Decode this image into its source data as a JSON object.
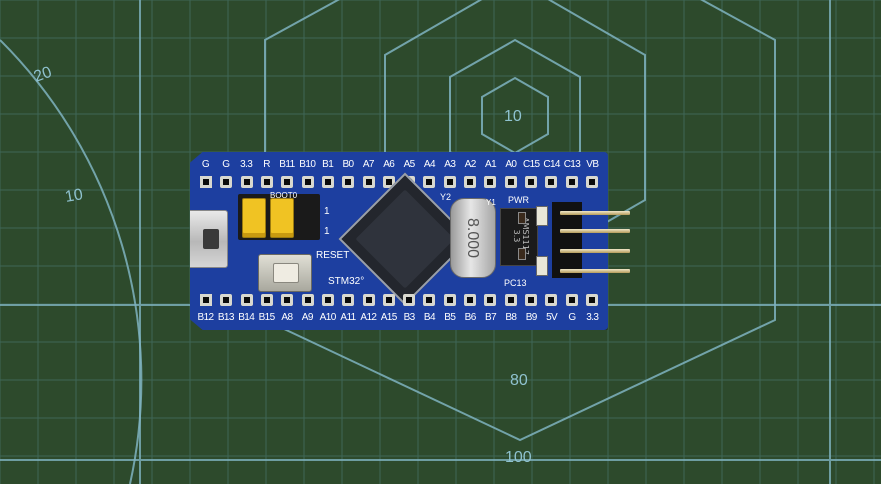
{
  "board": {
    "top_labels": [
      "G",
      "G",
      "3.3",
      "R",
      "B11",
      "B10",
      "B1",
      "B0",
      "A7",
      "A6",
      "A5",
      "A4",
      "A3",
      "A2",
      "A1",
      "A0",
      "C15",
      "C14",
      "C13",
      "VB"
    ],
    "bottom_labels": [
      "B12",
      "B13",
      "B14",
      "B15",
      "A8",
      "A9",
      "A10",
      "A11",
      "A12",
      "A15",
      "B3",
      "B4",
      "B5",
      "B6",
      "B7",
      "B8",
      "B9",
      "5V",
      "G",
      "3.3"
    ],
    "boot_label": "BOOT0",
    "jumper_mark_1": "1",
    "jumper_mark_2": "1",
    "reset_label": "RESET",
    "model_label": "STM32°",
    "crystal_ref": "Y2",
    "crystal_text": "8.000",
    "y1_ref": "Y1",
    "pwr_label": "PWR",
    "pc13_label": "PC13",
    "regulator_text": "AMS1117 3.3"
  },
  "mat": {
    "ruler_marks": [
      "20",
      "10",
      "10",
      "80",
      "100"
    ],
    "colors": {
      "mat": "#2d4a2c",
      "grid": "#6fa9b7",
      "pcb": "#1d3fa0"
    }
  }
}
